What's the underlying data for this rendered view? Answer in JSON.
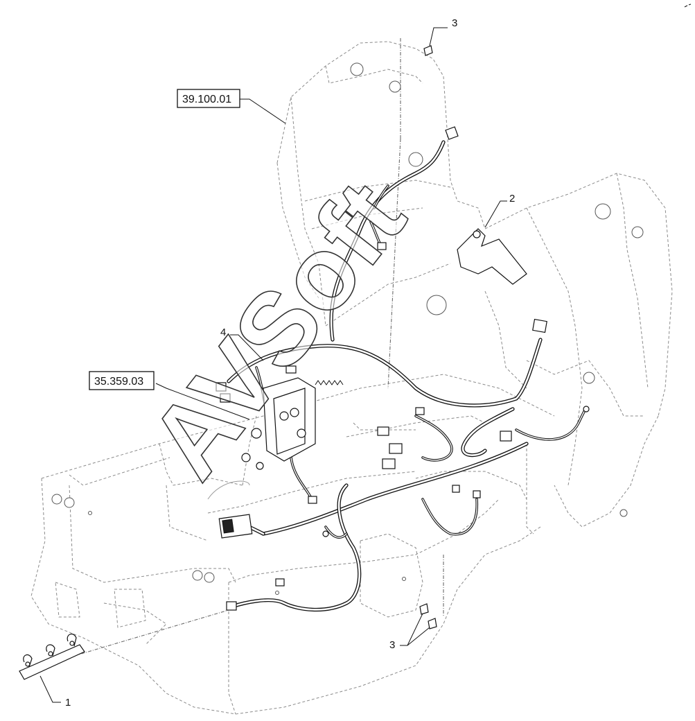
{
  "callouts": {
    "item1": "1",
    "item2": "2",
    "item3_top": "3",
    "item3_bottom": "3",
    "item4": "4"
  },
  "references": {
    "ref_frame": "39.100.01",
    "ref_valve": "35.359.03"
  },
  "watermark": {
    "text": "AVSoft"
  }
}
